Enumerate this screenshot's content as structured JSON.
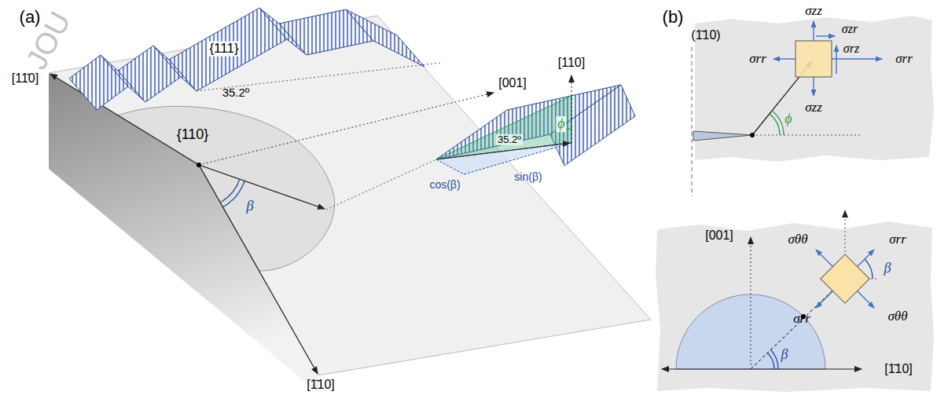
{
  "diagram": {
    "labels": [
      "JOU",
      "(a)",
      "{111}",
      "35.2º",
      "[11̄0]",
      "[001]",
      "{110}",
      "[110]",
      "ϕ",
      "β",
      "cos(β)",
      "sin(β)",
      "35.2º",
      "[1̄10]",
      "(b)",
      "(1̄10)",
      "σzz",
      "σzr",
      "σrz",
      "σrr",
      "σrr",
      "σzz",
      "ϕ",
      "[001]",
      "σθθ",
      "σrr",
      "β",
      "σrr",
      "σθθ",
      "β",
      "[1̄10]"
    ]
  }
}
